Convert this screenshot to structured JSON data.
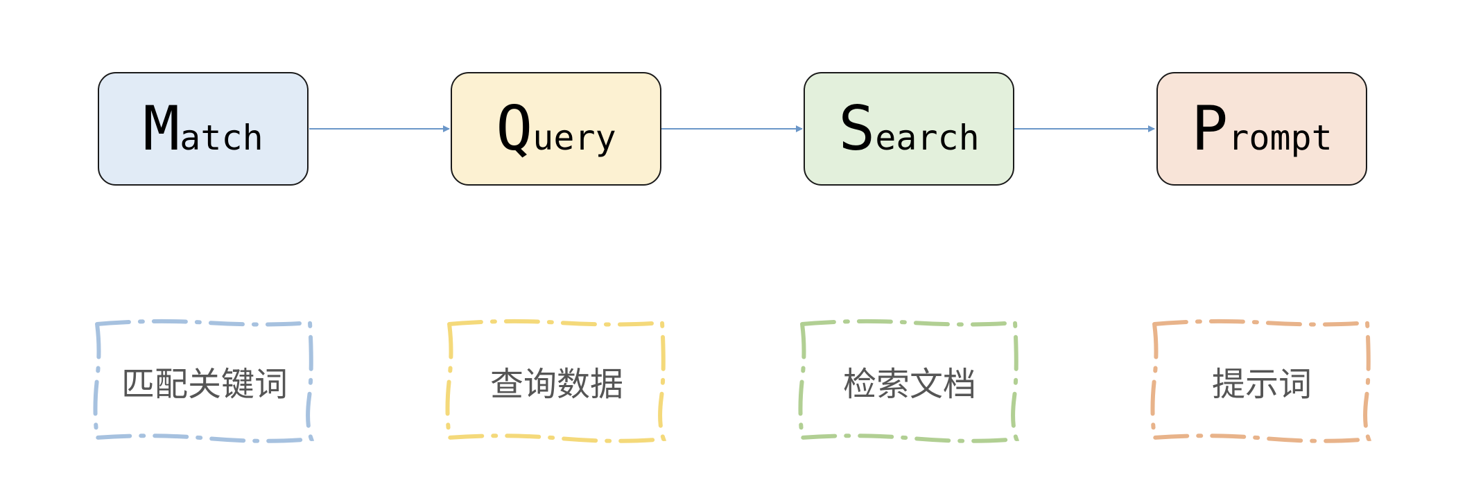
{
  "steps": [
    {
      "initial": "M",
      "rest": "atch",
      "fill": "#e1ebf6",
      "note": "匹配关键词",
      "note_color": "#a6c1df"
    },
    {
      "initial": "Q",
      "rest": "uery",
      "fill": "#fcf1d2",
      "note": "查询数据",
      "note_color": "#f4d97a"
    },
    {
      "initial": "S",
      "rest": "earch",
      "fill": "#e3f0dc",
      "note": "检索文档",
      "note_color": "#b1cf93"
    },
    {
      "initial": "P",
      "rest": "rompt",
      "fill": "#f8e4d8",
      "note": "提示词",
      "note_color": "#e8b38a"
    }
  ],
  "connector_color": "#6a96c8"
}
